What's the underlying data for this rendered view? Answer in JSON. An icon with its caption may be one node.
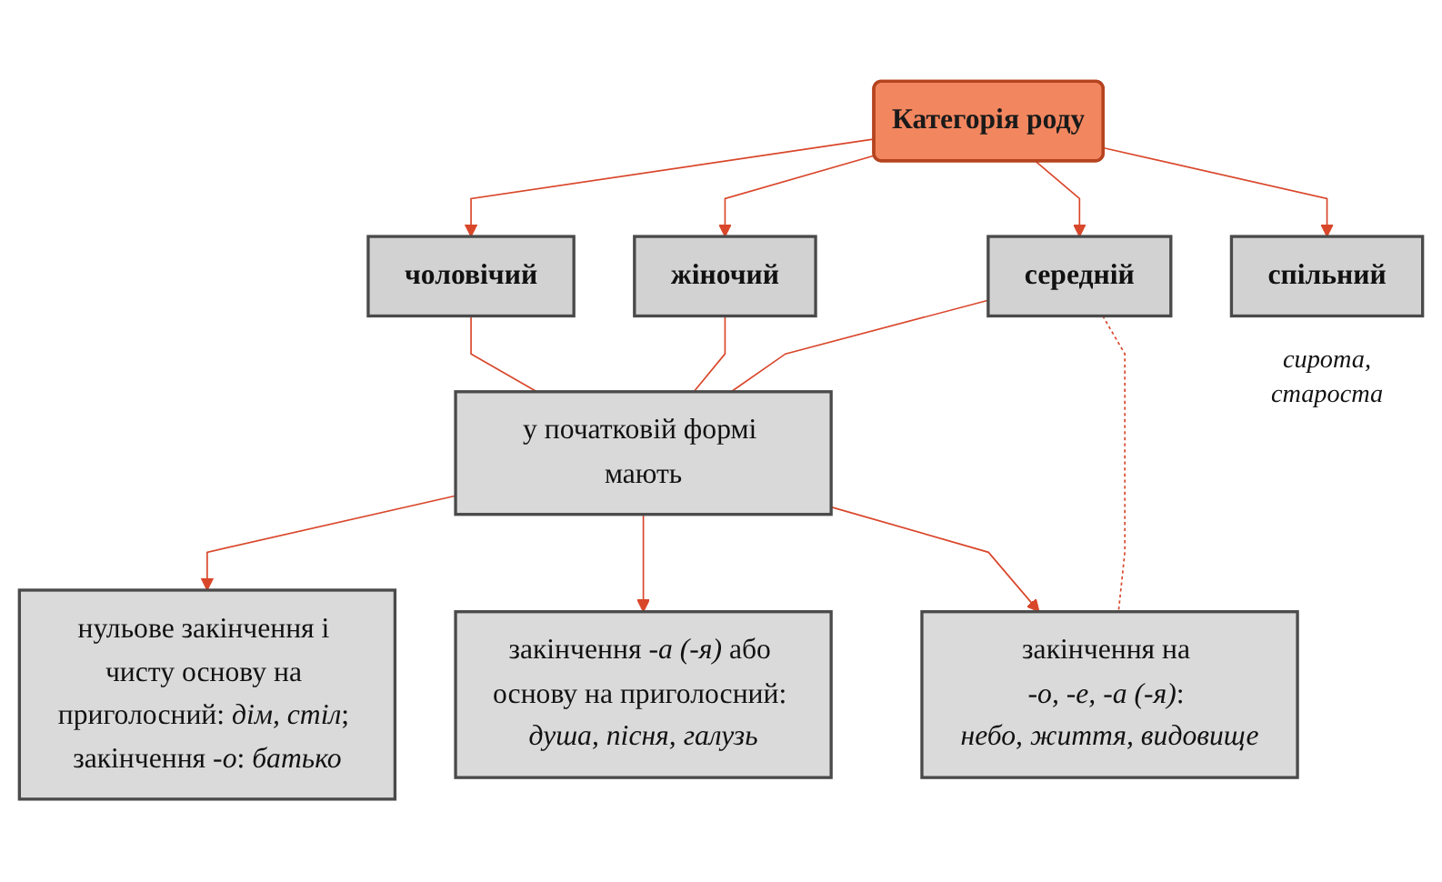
{
  "diagram": {
    "nodes": [
      {
        "text": [
          "Категорія роду"
        ]
      },
      {
        "text": [
          "чоловічий"
        ]
      },
      {
        "text": [
          "жіночий"
        ]
      },
      {
        "text": [
          "середній"
        ]
      },
      {
        "text": [
          "спільний"
        ],
        "beside": [
          "сирота, староста"
        ]
      },
      {
        "text": [
          "у початковій формі мають"
        ]
      },
      {
        "text": [
          "нульове закінчення і чисту основу на приголосний: *дім, стіл*; закінчення *-о*: *батько*"
        ]
      },
      {
        "text": [
          "закінчення *-а (-я)* або основу на приголосний: *душа, пісня, галузь*"
        ]
      },
      {
        "text": [
          "закінчення на *-о, -е, -а (-я)*: *небо, життя, видовище*"
        ]
      }
    ],
    "edges": [
      {
        "from": 0,
        "to": 1,
        "arrow": "to"
      },
      {
        "from": 0,
        "to": 2,
        "arrow": "to"
      },
      {
        "from": 0,
        "to": 3,
        "arrow": "to"
      },
      {
        "from": 0,
        "to": 4,
        "arrow": "to"
      },
      {
        "from": 1,
        "to": 5,
        "arrow": "none"
      },
      {
        "from": 2,
        "to": 5,
        "arrow": "none"
      },
      {
        "from": 3,
        "to": 5,
        "arrow": "none"
      },
      {
        "from": 5,
        "to": 6,
        "arrow": "to"
      },
      {
        "from": 5,
        "to": 7,
        "arrow": "to"
      },
      {
        "from": 5,
        "to": 8,
        "arrow": "to"
      },
      {
        "from": 3,
        "to": 8,
        "arrow": "none",
        "style": "dashed"
      }
    ]
  }
}
